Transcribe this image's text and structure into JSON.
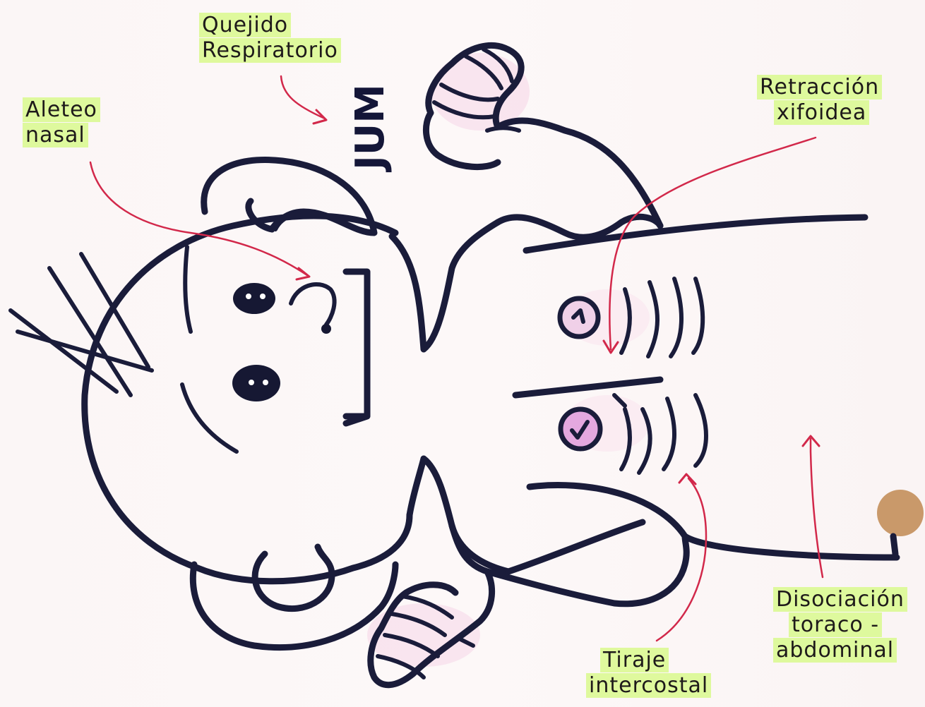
{
  "labels": {
    "quejido_line1": "Quejido",
    "quejido_line2": "Respiratorio",
    "aleteo_line1": "Aleteo",
    "aleteo_line2": "nasal",
    "retraccion_line1": "Retracción",
    "retraccion_line2": "xifoidea",
    "tiraje_line1": "Tiraje",
    "tiraje_line2": "intercostal",
    "disociacion_line1": "Disociación",
    "disociacion_line2": "toraco -",
    "disociacion_line3": "abdominal",
    "sound": "JUM"
  },
  "colors": {
    "ink": "#1a1c3a",
    "arrow": "#d2284a",
    "highlight": "#d6fa84",
    "skin_tint": "#f7e0ec",
    "umbilical_clamp": "#c9996a"
  }
}
